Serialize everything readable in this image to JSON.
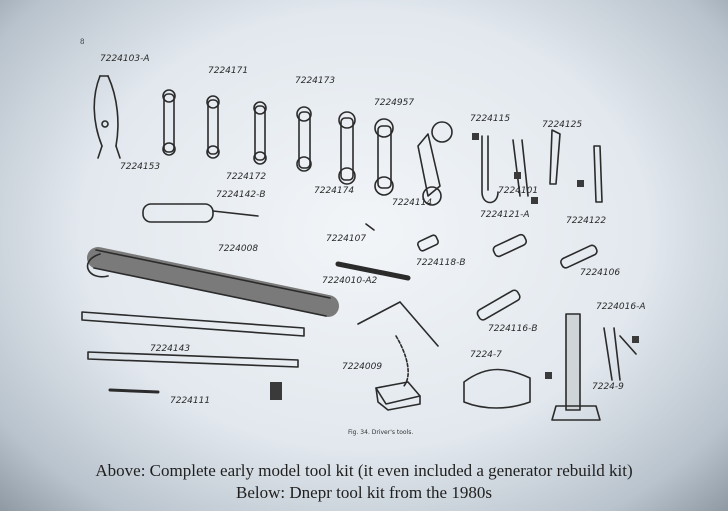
{
  "figure": {
    "page_mark": "8",
    "fig_caption": "Fig. 34. Driver's tools.",
    "part_labels": {
      "p1": "7224103-A",
      "p2": "7224153",
      "p3": "7224171",
      "p4": "7224172",
      "p5": "7224173",
      "p6": "7224174",
      "p7": "7224957",
      "p8": "7224114",
      "p9": "7224115",
      "p10": "7224101",
      "p11": "7224121-A",
      "p12": "7224125",
      "p13": "7224122",
      "p14": "7224142-B",
      "p15": "7224107",
      "p16": "7224008",
      "p17": "7224010-A2",
      "p18": "7224118-B",
      "p19": "7224106",
      "p20": "7224116-B",
      "p21": "7224016-A",
      "p22": "7224143",
      "p23": "7224009",
      "p24": "7224-7",
      "p25": "7224-9",
      "p26": "7224111"
    }
  },
  "caption": {
    "line1": "Above: Complete early model  tool kit (it even included a generator rebuild kit)",
    "line2": "Below: Dnepr tool  kit from the 1980s"
  }
}
